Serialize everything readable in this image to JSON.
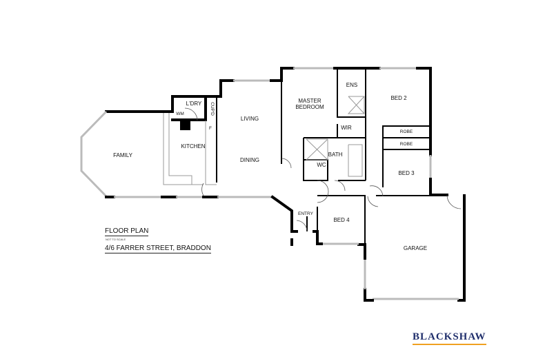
{
  "rooms": {
    "family": "FAMILY",
    "kitchen": "KITCHEN",
    "laundry": "L'DRY",
    "washing_machine": "WM",
    "cupboard": "CUP'D",
    "fridge": "F",
    "living": "LIVING",
    "dining": "DINING",
    "master_line1": "MASTER",
    "master_line2": "BEDROOM",
    "ensuite": "ENS",
    "wir": "WIR",
    "bath": "BATH",
    "wc": "WC",
    "bed2": "BED 2",
    "robe1": "ROBE",
    "robe2": "ROBE",
    "bed3": "BED 3",
    "bed4": "BED 4",
    "entry": "ENTRY",
    "garage": "GARAGE"
  },
  "legend": {
    "title": "FLOOR PLAN",
    "subtitle": "NOT TO SCALE",
    "address": "4/6 FARRER STREET, BRADDON"
  },
  "logo": {
    "text": "BLACKSHAW",
    "text_color": "#1f2e6b",
    "underline_color": "#f0a020"
  }
}
